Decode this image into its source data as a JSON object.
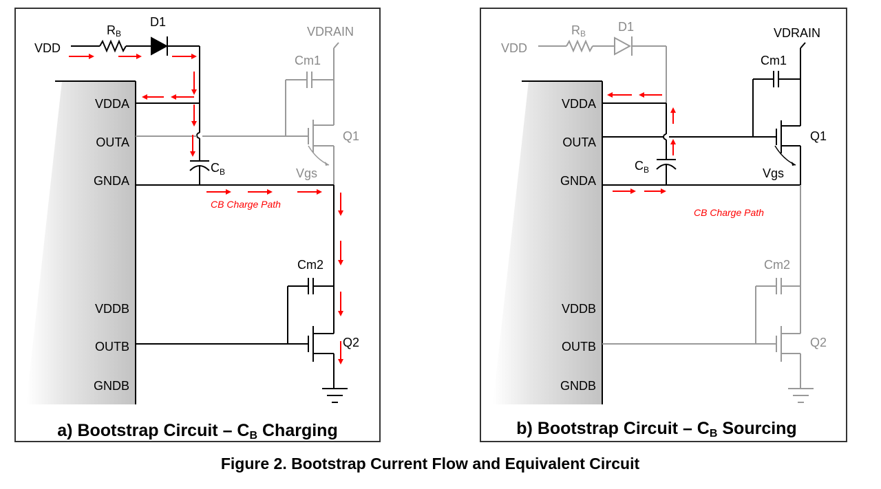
{
  "colors": {
    "active": "#000000",
    "inactive": "#999999",
    "inactive_text": "#8a8a8a",
    "arrow": "#ff0000",
    "chip_fill_dark": "#c4c4c4",
    "chip_fill_light": "#ffffff"
  },
  "figure_caption": "Figure 2. Bootstrap Current Flow and Equivalent Circuit",
  "panels": [
    {
      "id": "a",
      "caption_prefix": "a) Bootstrap Circuit – C",
      "caption_sub": "B",
      "caption_suffix": " Charging",
      "path_label": "CB Charge Path",
      "labels": {
        "vdd": "VDD",
        "rb": "R",
        "rb_sub": "B",
        "d1": "D1",
        "vdrain": "VDRAIN",
        "cm1": "Cm1",
        "q1": "Q1",
        "vgs": "Vgs",
        "cb": "C",
        "cb_sub": "B",
        "cm2": "Cm2",
        "q2": "Q2"
      },
      "pins": [
        "VDDA",
        "OUTA",
        "GNDA",
        "VDDB",
        "OUTB",
        "GNDB"
      ],
      "highlighted": [
        "vdd-path",
        "cb",
        "gnda",
        "q2-path"
      ],
      "dimmed": [
        "q1-path"
      ]
    },
    {
      "id": "b",
      "caption_prefix": "b) Bootstrap Circuit – C",
      "caption_sub": "B",
      "caption_suffix": " Sourcing",
      "path_label": "CB Charge Path",
      "labels": {
        "vdd": "VDD",
        "rb": "R",
        "rb_sub": "B",
        "d1": "D1",
        "vdrain": "VDRAIN",
        "cm1": "Cm1",
        "q1": "Q1",
        "vgs": "Vgs",
        "cb": "C",
        "cb_sub": "B",
        "cm2": "Cm2",
        "q2": "Q2"
      },
      "pins": [
        "VDDA",
        "OUTA",
        "GNDA",
        "VDDB",
        "OUTB",
        "GNDB"
      ],
      "highlighted": [
        "cb",
        "outa",
        "q1-path",
        "gnda"
      ],
      "dimmed": [
        "vdd-path",
        "q2-path"
      ]
    }
  ]
}
